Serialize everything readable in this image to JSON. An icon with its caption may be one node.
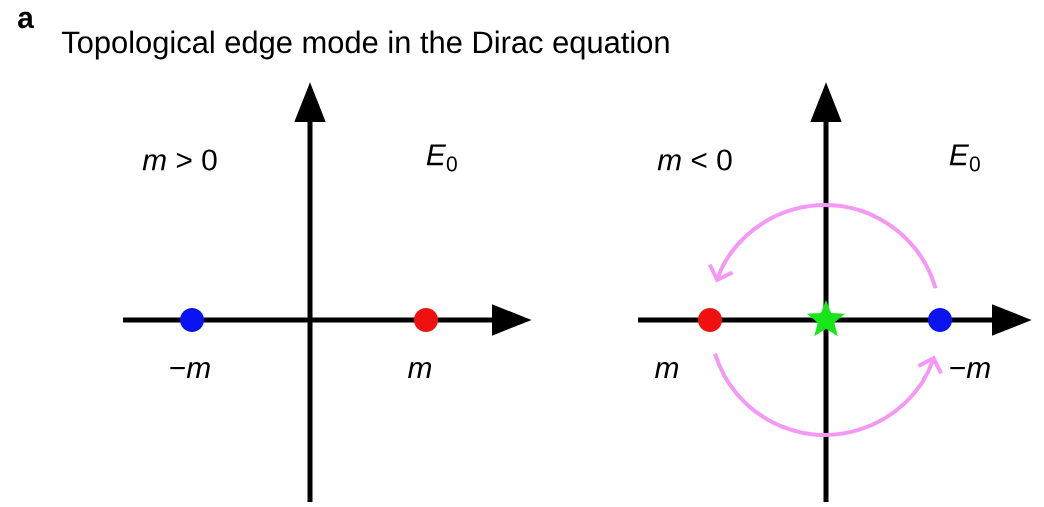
{
  "diagram": {
    "title": "Topological edge mode in the Dirac equation",
    "nodes": [
      {
        "text": [],
        "shape": "circle"
      },
      {
        "text": [],
        "shape": "circle"
      },
      {
        "text": [],
        "shape": "circle"
      },
      {
        "text": [],
        "shape": "star"
      },
      {
        "text": [],
        "shape": "circle"
      }
    ],
    "edges": [
      {
        "from": 4,
        "to": 2,
        "arrow": "to",
        "color": "#f598f5"
      },
      {
        "from": 2,
        "to": 4,
        "arrow": "to",
        "color": "#f598f5"
      }
    ],
    "labels": [
      "a",
      "*m* > 0",
      "*E*$_{0}$",
      "−*m*",
      "m",
      "*m* < 0",
      "*E*$_{0}$",
      "m",
      "−*m*"
    ]
  }
}
